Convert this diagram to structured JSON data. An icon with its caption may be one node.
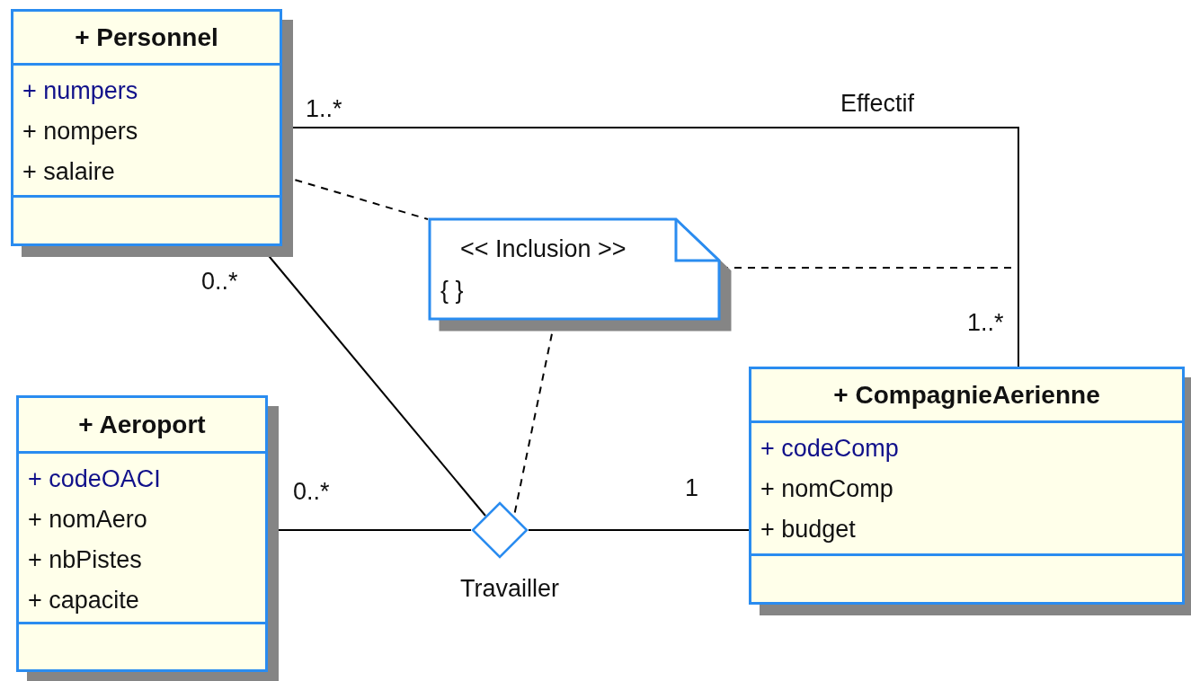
{
  "diagram": {
    "nodes": [
      {
        "text": [
          "+ Personnel",
          "+ numpers",
          "+ nompers",
          "+ salaire"
        ]
      },
      {
        "text": [
          "<< Inclusion >>",
          "{ }"
        ]
      },
      {
        "text": [
          "+ Aeroport",
          "+ codeOACI",
          "+ nomAero",
          "+ nbPistes",
          "+ capacite"
        ]
      },
      {
        "text": [
          "Travailler"
        ]
      },
      {
        "text": [
          "+ CompagnieAerienne",
          "+ codeComp",
          "+ nomComp",
          "+ budget"
        ]
      }
    ],
    "edges": [
      {
        "from": 0,
        "to": 4,
        "arrow": "none",
        "label": "Effectif"
      },
      {
        "from": 0,
        "to": 1,
        "arrow": "none",
        "style": "dashed"
      },
      {
        "from": 1,
        "to": null,
        "arrow": "none",
        "style": "dashed"
      },
      {
        "from": 0,
        "to": 3,
        "arrow": "none"
      },
      {
        "from": 1,
        "to": 3,
        "arrow": "none",
        "style": "dashed"
      },
      {
        "from": 2,
        "to": 3,
        "arrow": "none"
      },
      {
        "from": 3,
        "to": 4,
        "arrow": "none"
      }
    ],
    "labels": [
      "1..*",
      "0..*",
      "1..*",
      "0..*",
      "1"
    ]
  }
}
